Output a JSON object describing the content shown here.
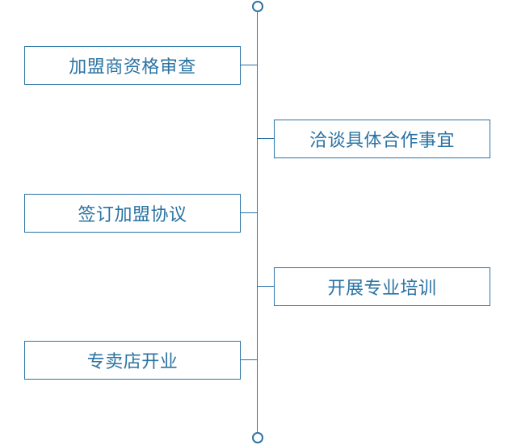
{
  "colors": {
    "accent": "#2a73a3",
    "background": "#ffffff"
  },
  "steps": [
    {
      "label": "加盟商资格审查",
      "side": "left"
    },
    {
      "label": "洽谈具体合作事宜",
      "side": "right"
    },
    {
      "label": "签订加盟协议",
      "side": "left"
    },
    {
      "label": "开展专业培训",
      "side": "right"
    },
    {
      "label": "专卖店开业",
      "side": "left"
    }
  ]
}
